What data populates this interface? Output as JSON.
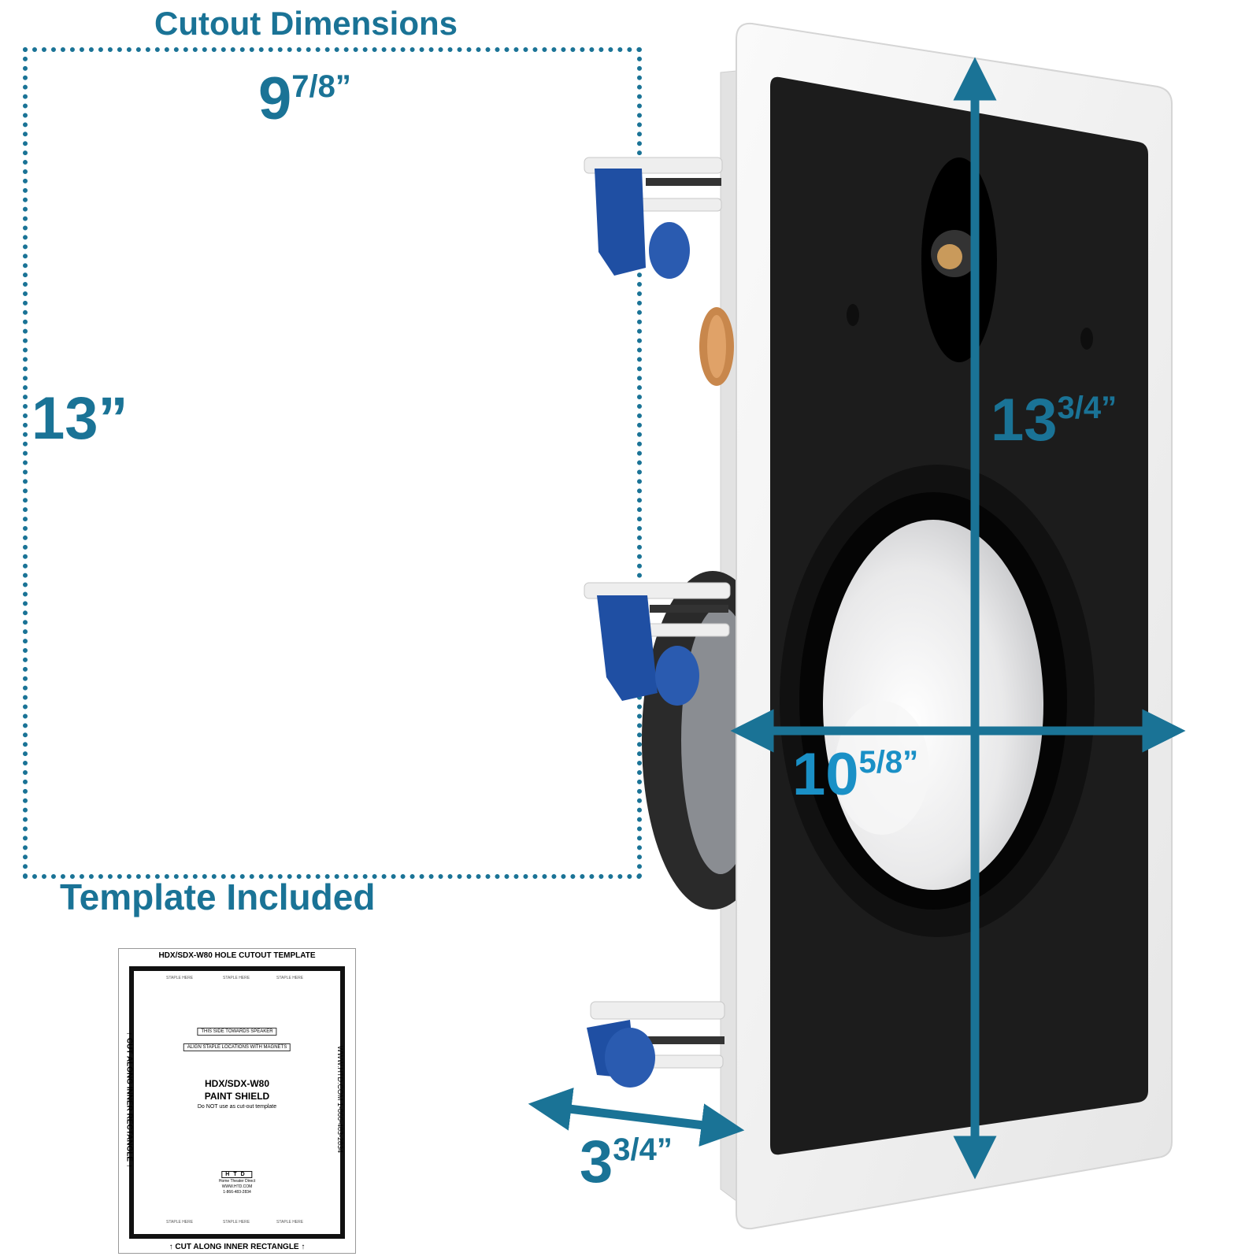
{
  "header": {
    "cutout_title": "Cutout Dimensions",
    "template_title": "Template Included"
  },
  "dimensions": {
    "cutout_width": {
      "whole": "9",
      "fraction": "7/8”"
    },
    "cutout_height": {
      "whole": "13”"
    },
    "frame_height": {
      "whole": "13",
      "fraction": "3/4”"
    },
    "frame_width": {
      "whole": "10",
      "fraction": "5/8”"
    },
    "depth": {
      "whole": "3",
      "fraction": "3/4”"
    }
  },
  "template": {
    "top_title": "HDX/SDX-W80 HOLE CUTOUT TEMPLATE",
    "bottom_label": "↑ CUT ALONG INNER RECTANGLE ↑",
    "left_label": "↑ CUT ALONG INNER RECTANGLE ↑",
    "right_label": "WWW.HTD.COM 1-866-483-2834",
    "towards_speaker": "THIS SIDE TOWARDS SPEAKER",
    "align_staples": "ALIGN STAPLE LOCATIONS WITH MAGNETS",
    "model": "HDX/SDX-W80",
    "paint_shield": "PAINT SHIELD",
    "note": "Do NOT use as cut-out template",
    "logo": "HTD",
    "brand_name": "Home Theater Direct",
    "brand_url": "WWW.HTD.COM",
    "brand_phone": "1-866-483-2834",
    "staple_label": "STAPLE HERE"
  },
  "colors": {
    "accent": "#1a7396",
    "clip_blue": "#1f4fa3",
    "grille": "#1c1c1c",
    "frame": "#f2f2f2"
  }
}
